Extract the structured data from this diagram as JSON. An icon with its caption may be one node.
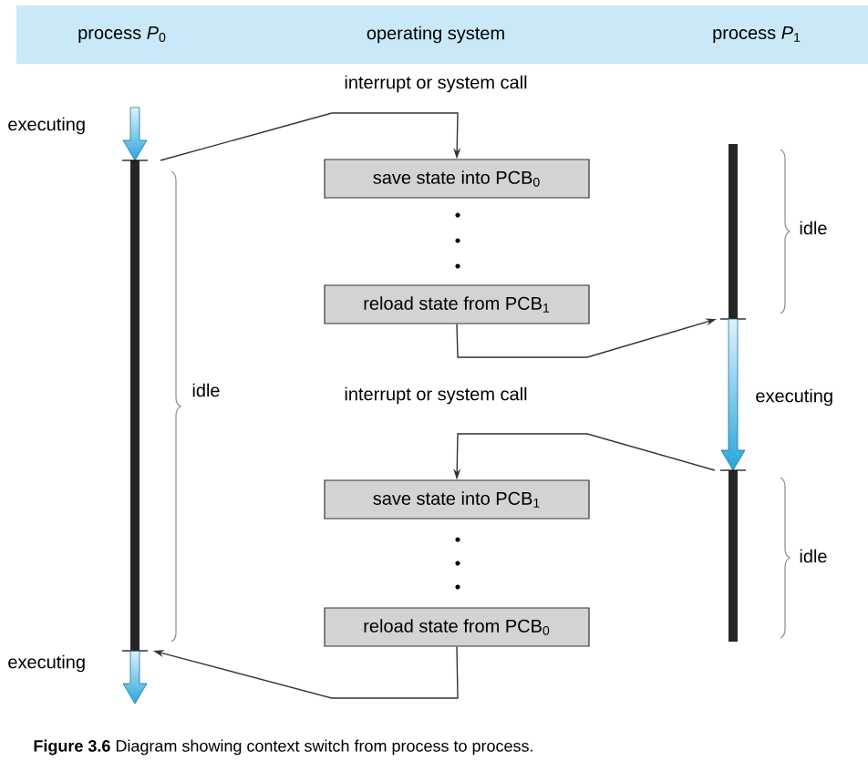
{
  "diagram": {
    "caption": "**Figure 3.6** Diagram showing context switch from process to process.",
    "nodes": [
      {
        "text": [
          "save state into PCB$_{0}$"
        ]
      },
      {
        "text": [
          "reload state from PCB$_{1}$"
        ]
      },
      {
        "text": [
          "save state into PCB$_{1}$"
        ]
      },
      {
        "text": [
          "reload state from PCB$_{0}$"
        ]
      }
    ],
    "edges": [
      {
        "from": null,
        "to": 0,
        "arrow": "to"
      },
      {
        "from": 1,
        "to": null,
        "arrow": "to"
      },
      {
        "from": null,
        "to": 2,
        "arrow": "to"
      },
      {
        "from": 3,
        "to": null,
        "arrow": "to"
      }
    ],
    "labels": [
      "process *P*$_{0}$",
      "operating system",
      "process *P*$_{1}$",
      "interrupt or system call",
      "executing",
      "idle",
      "idle",
      "interrupt or system call",
      "executing",
      "idle",
      "executing"
    ]
  }
}
